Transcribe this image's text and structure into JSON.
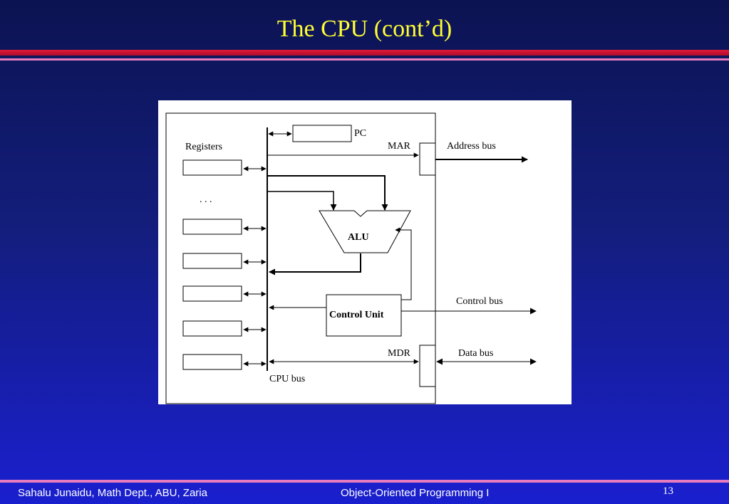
{
  "slide": {
    "title": "The CPU (cont’d)"
  },
  "diagram": {
    "registers_label": "Registers",
    "ellipsis": ". . .",
    "pc_label": "PC",
    "mar_label": "MAR",
    "mdr_label": "MDR",
    "alu_label": "ALU",
    "control_unit_label": "Control Unit",
    "address_bus_label": "Address bus",
    "control_bus_label": "Control bus",
    "data_bus_label": "Data bus",
    "cpu_bus_label": "CPU bus"
  },
  "footer": {
    "author": "Sahalu Junaidu, Math Dept., ABU, Zaria",
    "course": "Object-Oriented Programming I",
    "page_number": "13"
  }
}
